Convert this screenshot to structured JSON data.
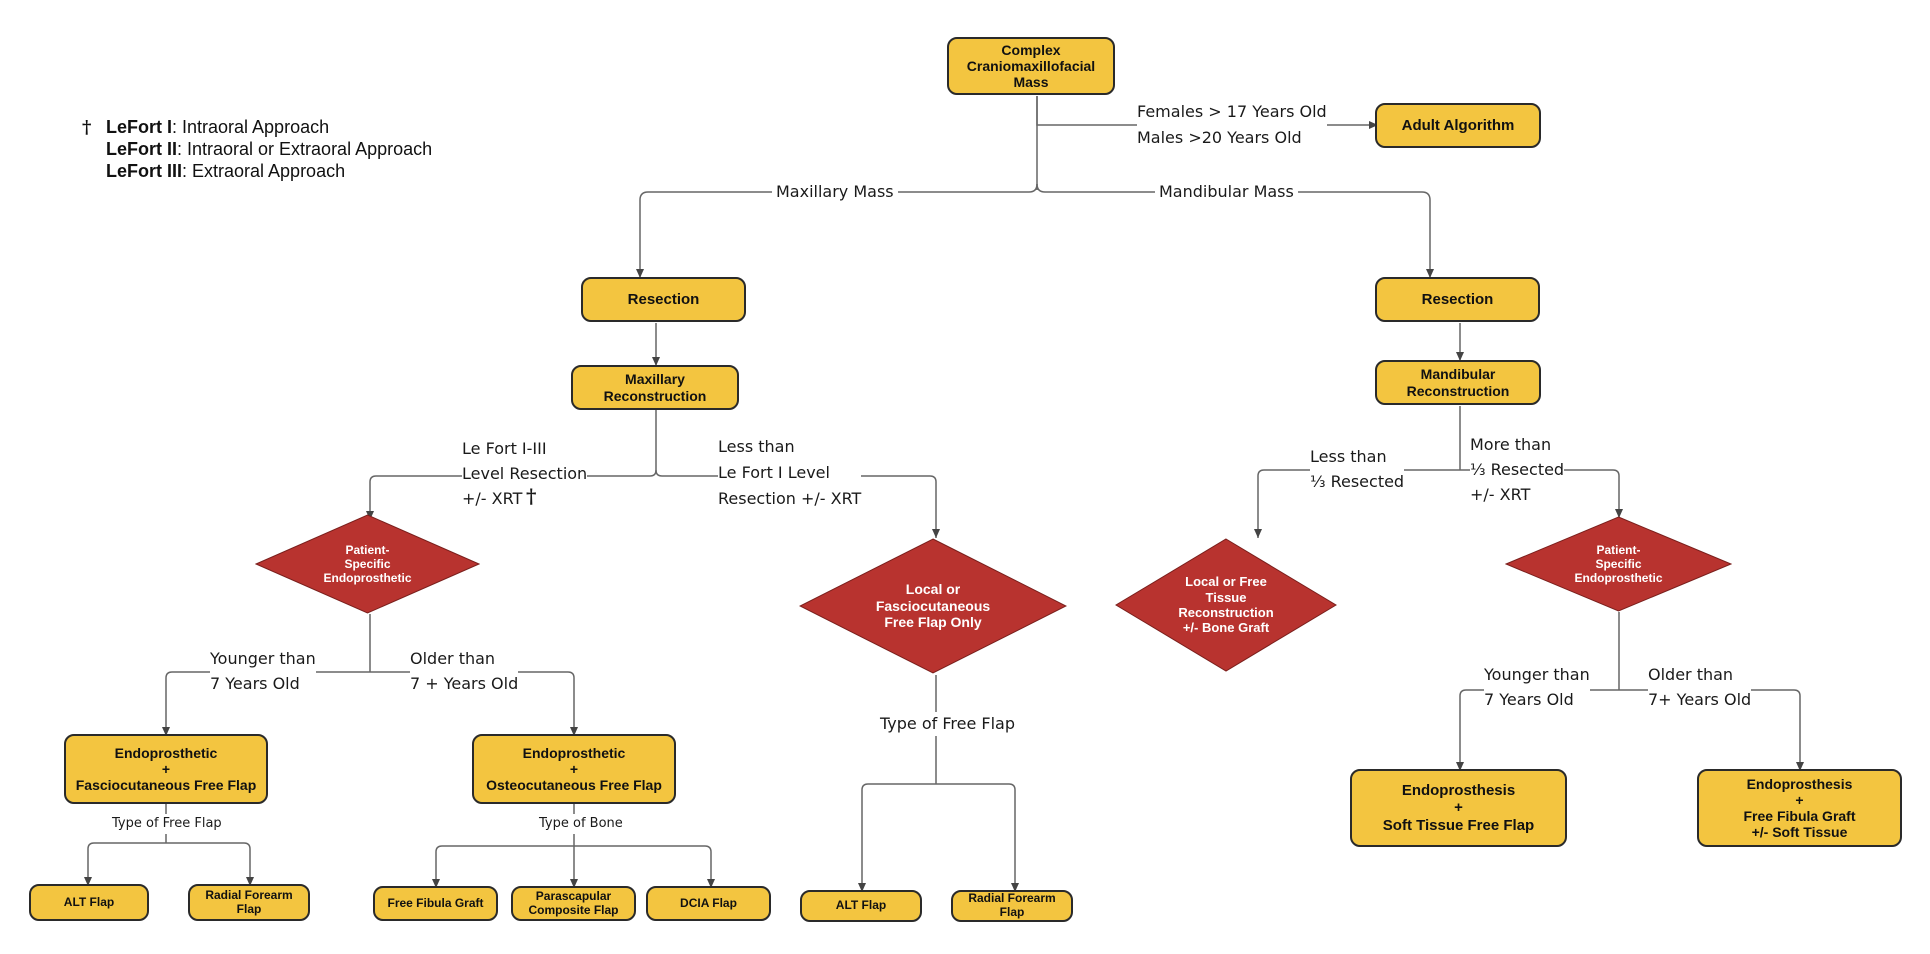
{
  "legend": {
    "symbol": "†",
    "items": [
      {
        "term": "LeFort I",
        "desc": ": Intraoral Approach"
      },
      {
        "term": "LeFort II",
        "desc": ": Intraoral or Extraoral Approach"
      },
      {
        "term": "LeFort III",
        "desc": ": Extraoral Approach"
      }
    ]
  },
  "nodes": {
    "root": "Complex\nCraniomaxillofacial\nMass",
    "adult": "Adult Algorithm",
    "resection_max": "Resection",
    "resection_mand": "Resection",
    "max_recon": "Maxillary\nReconstruction",
    "mand_recon": "Mandibular\nReconstruction",
    "endo_fascio": "Endoprosthetic\n+\nFasciocutaneous Free Flap",
    "endo_osteo": "Endoprosthetic\n+\nOsteocutaneous Free Flap",
    "alt_1": "ALT Flap",
    "radial_1": "Radial Forearm\nFlap",
    "free_fibula": "Free Fibula Graft",
    "parascapular": "Parascapular\nComposite Flap",
    "dcia": "DCIA Flap",
    "alt_2": "ALT Flap",
    "radial_2": "Radial Forearm\nFlap",
    "endo_soft": "Endoprosthesis\n+\nSoft Tissue Free Flap",
    "endo_fibula": "Endoprosthesis\n+\nFree Fibula Graft\n+/- Soft Tissue"
  },
  "diamonds": {
    "pse_max": "Patient-\nSpecific\nEndoprosthetic",
    "local_fascio": "Local or\nFasciocutaneous\nFree Flap Only",
    "local_free": "Local or Free\nTissue\nReconstruction\n+/- Bone Graft",
    "pse_mand": "Patient-\nSpecific\nEndoprosthetic"
  },
  "labels": {
    "age_criteria": "Females > 17 Years Old\nMales >20 Years Old",
    "maxillary_mass": "Maxillary Mass",
    "mandibular_mass": "Mandibular Mass",
    "lefort_level": "Le Fort I-III\nLevel Resection\n+/- XRT",
    "lefort_dagger": "†",
    "less_than_lefort": "Less than\nLe Fort I Level\nResection +/- XRT",
    "less_third": "Less than\n⅓ Resected",
    "more_third": "More than\n⅓ Resected\n+/- XRT",
    "younger_max": "Younger than\n7 Years Old",
    "older_max": "Older than\n7 + Years Old",
    "younger_mand": "Younger than\n7 Years Old",
    "older_mand": "Older than\n7+ Years Old",
    "type_free_flap_1": "Type of  Free Flap",
    "type_bone": "Type  of Bone",
    "type_free_flap_2": "Type of  Free Flap"
  },
  "colors": {
    "node_fill": "#f3c540",
    "diamond_fill": "#b8332f",
    "line": "#555555"
  }
}
